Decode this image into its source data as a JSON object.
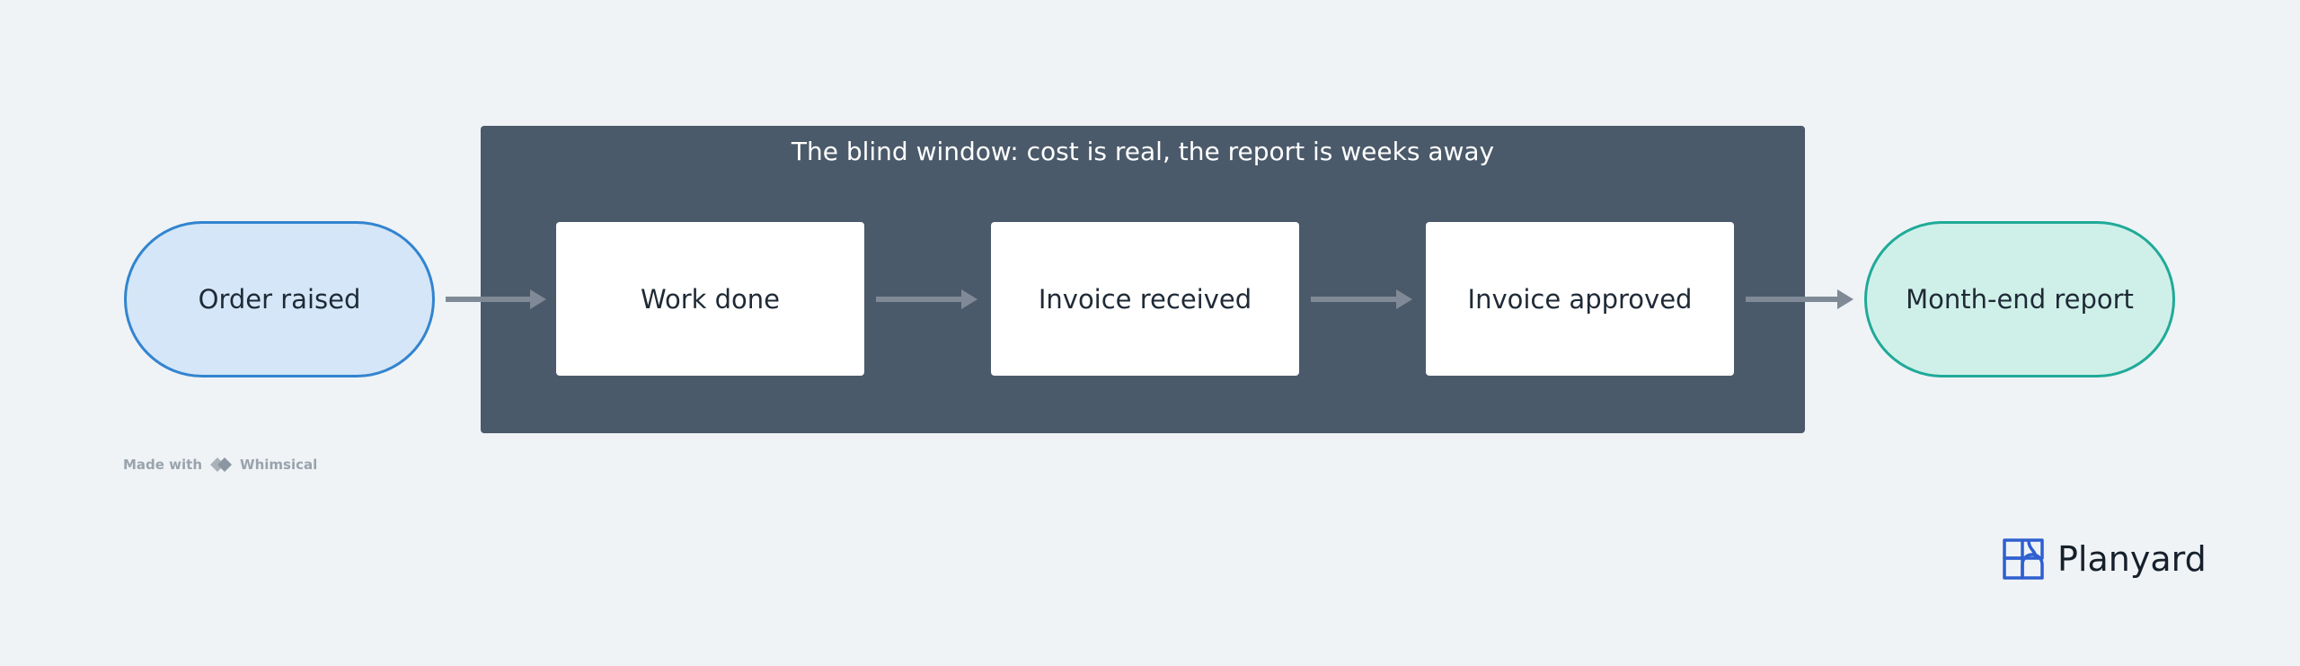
{
  "diagram": {
    "group_title": "The blind window: cost is real, the report is weeks away",
    "nodes": {
      "order_raised": "Order raised",
      "work_done": "Work done",
      "invoice_received": "Invoice received",
      "invoice_approved": "Invoice approved",
      "month_end_report": "Month-end report"
    }
  },
  "footer": {
    "made_with": "Made with",
    "tool_name": "Whimsical",
    "tool_icon": "whimsical-logo-icon"
  },
  "brand": {
    "name": "Planyard",
    "icon": "planyard-logo-icon",
    "color": "#2f5fd0"
  },
  "colors": {
    "background": "#eff3f6",
    "group_fill": "#4b5a6a",
    "start_fill": "#d4e6f7",
    "start_border": "#3384cf",
    "end_fill": "#cff0e9",
    "end_border": "#20aa98",
    "arrow": "#7f8a96"
  }
}
